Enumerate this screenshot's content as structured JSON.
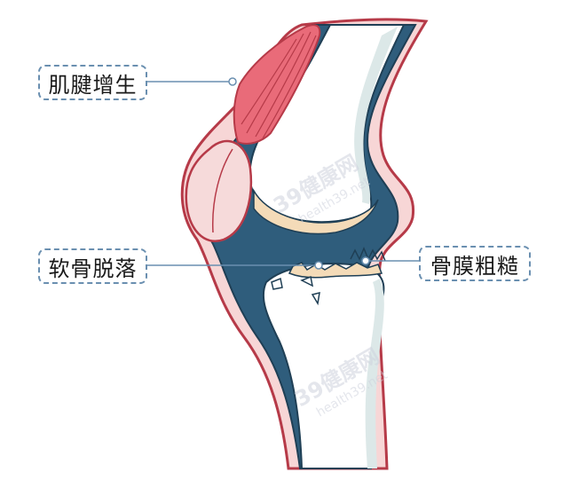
{
  "labels": {
    "tendon": "肌腱增生",
    "cartilage": "软骨脱落",
    "periosteum": "骨膜粗糙"
  },
  "watermark": {
    "main": "39健康网",
    "sub": "health39.net"
  },
  "colors": {
    "skin_outline": "#b63a48",
    "skin_fill": "#f7d6d6",
    "joint_fluid": "#2f5d7c",
    "bone": "#ffffff",
    "bone_shadow": "#dce8e8",
    "cartilage": "#f4dbb8",
    "tendon": "#e96b79",
    "kneecap": "#f6dada",
    "callout_line": "#6a8fb0"
  }
}
